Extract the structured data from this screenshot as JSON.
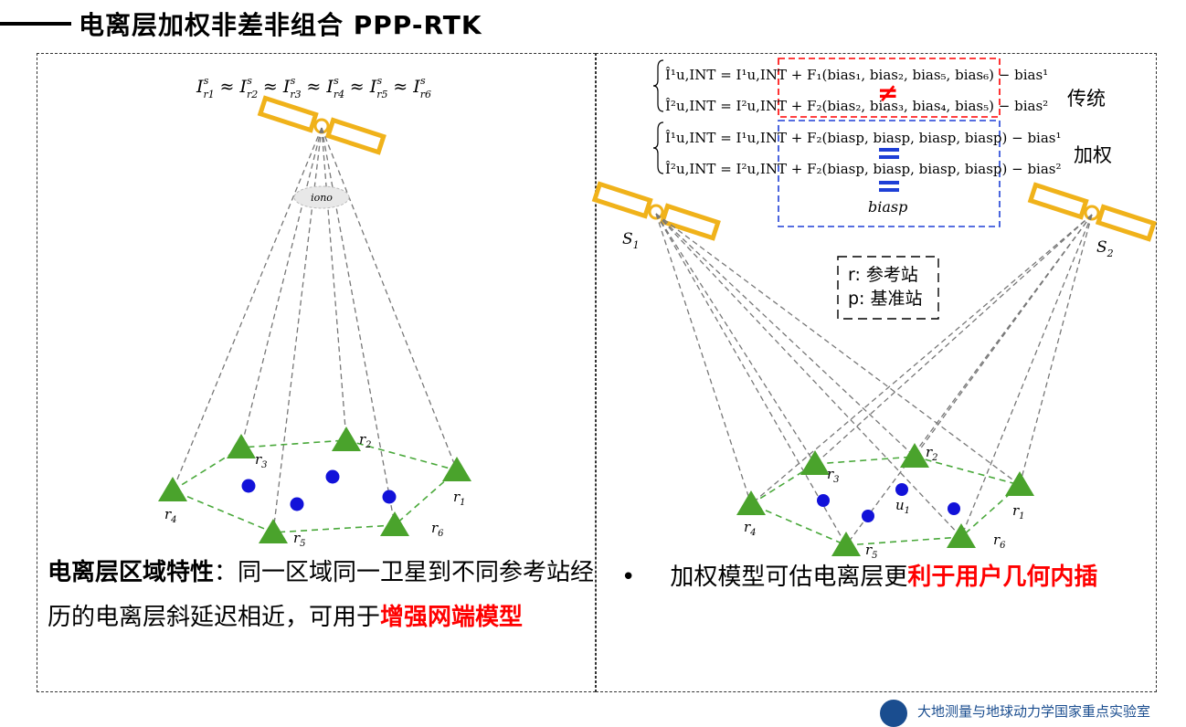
{
  "title": "电离层加权非差非组合 PPP-RTK",
  "left": {
    "equation": "I",
    "eq_parts": [
      "r1",
      "r2",
      "r3",
      "r4",
      "r5",
      "r6"
    ],
    "iono_label": "iono",
    "stations": [
      "r1",
      "r2",
      "r3",
      "r4",
      "r5",
      "r6"
    ],
    "caption_bold": "电离层区域特性",
    "caption_text": "：同一区域同一卫星到不同参考站经历的电离层斜延迟相近，可用于",
    "caption_red": "增强网端模型"
  },
  "right": {
    "eq1": "Î¹u,INT = I¹u,INT + F₁(bias₁, bias₂, bias₅, bias₆) − bias¹",
    "eq2": "Î²u,INT = I²u,INT + F₂(bias₂, bias₃, bias₄, bias₅) − bias²",
    "eq3": "Î¹u,INT = I¹u,INT + F₂(biasp, biasp, biasp, biasp) − bias¹",
    "eq4": "Î²u,INT = I²u,INT + F₂(biasp, biasp, biasp, biasp) − bias²",
    "bias_p": "biasp",
    "label_traditional": "传统",
    "label_weighted": "加权",
    "sat1": "S1",
    "sat2": "S2",
    "legend_r": "r: 参考站",
    "legend_p": "p: 基准站",
    "user_label": "u1",
    "bullet": "•",
    "caption_text": "加权模型可估电离层更",
    "caption_red": "利于用户几何内插"
  },
  "footer": {
    "text": "大地测量与地球动力学国家重点实验室"
  },
  "colors": {
    "satellite": "#f0b21a",
    "station": "#4aa32c",
    "dot": "#1212d9",
    "red": "#ff0000",
    "blue": "#1e3fd6",
    "network_line": "#49a83a"
  }
}
